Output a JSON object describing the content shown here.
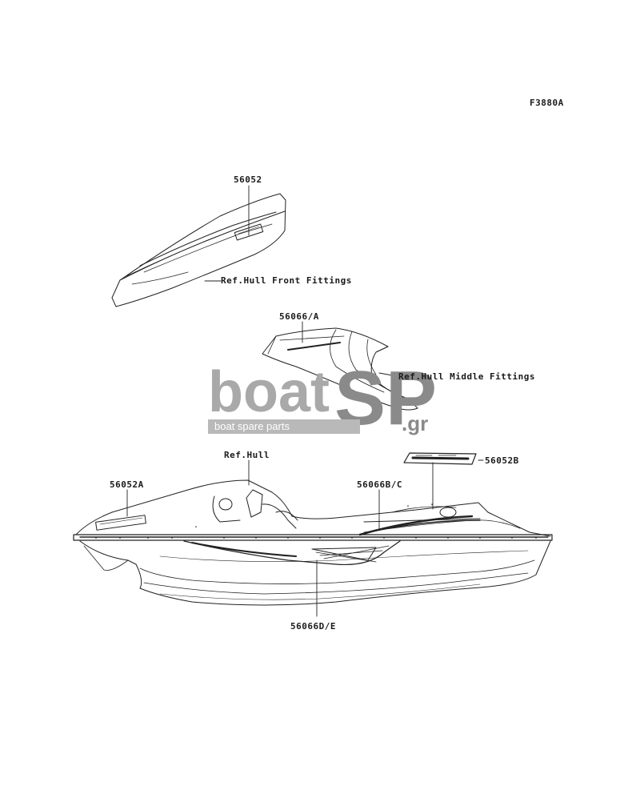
{
  "figure_code": "F3880A",
  "labels": {
    "part_56052": "56052",
    "ref_front": "Ref.Hull Front Fittings",
    "part_56066a": "56066/A",
    "ref_middle": "Ref.Hull Middle Fittings",
    "ref_hull": "Ref.Hull",
    "part_56052b": "56052B",
    "part_56052a": "56052A",
    "part_56066bc": "56066B/C",
    "part_56066de": "56066D/E"
  },
  "watermark": {
    "brand": "boatSP",
    "tld": ".gr",
    "tagline": "boat spare parts"
  },
  "colors": {
    "line": "#222222",
    "watermark_gray": "#a9a9a9",
    "watermark_dark": "#8a8a8a"
  }
}
